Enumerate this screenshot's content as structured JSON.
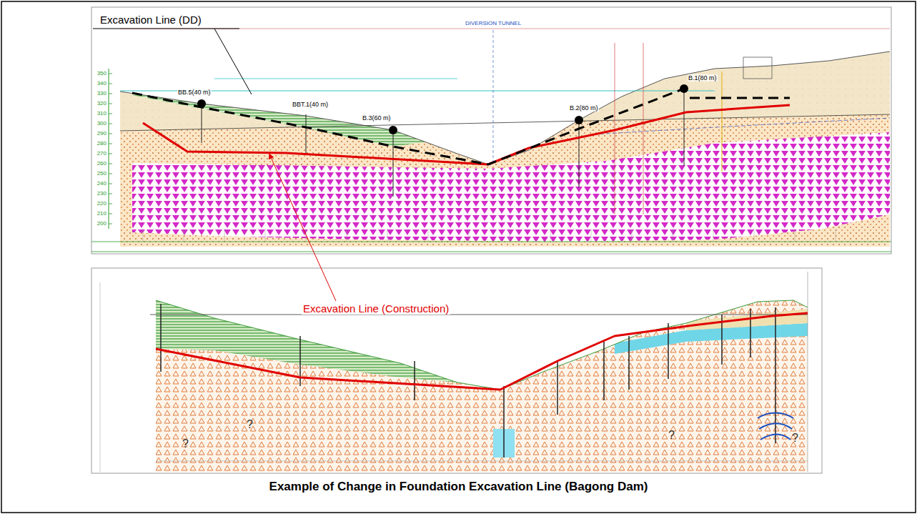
{
  "diagram": {
    "caption": "Example of Change in Foundation Excavation Line (Bagong Dam)",
    "labels": [
      "Excavation Line (DD)",
      "Excavation Line (Construction)",
      "BB.5(40 m)",
      "BBT.1(40 m)",
      "B.3(60 m)",
      "B.2(80 m)",
      "B.1(80 m)",
      "DIVERSION TUNNEL",
      "350",
      "340",
      "330",
      "320",
      "310",
      "300",
      "290",
      "280",
      "270",
      "260",
      "250",
      "240",
      "230",
      "220",
      "210",
      "200",
      "?",
      "?",
      "?",
      "?"
    ]
  }
}
